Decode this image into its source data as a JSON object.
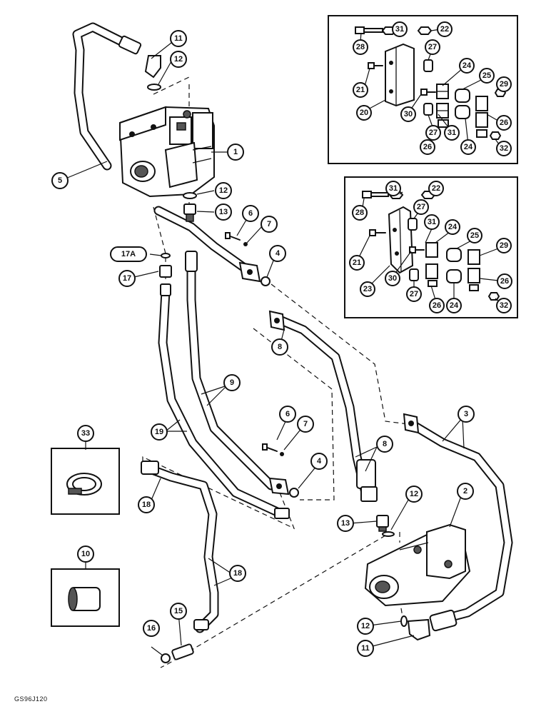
{
  "diagram": {
    "footer_code": "GS96J120",
    "callouts": {
      "c1": "1",
      "c2": "2",
      "c3": "3",
      "c4a": "4",
      "c4b": "4",
      "c5": "5",
      "c6a": "6",
      "c6b": "6",
      "c7a": "7",
      "c7b": "7",
      "c8a": "8",
      "c8b": "8",
      "c9": "9",
      "c10": "10",
      "c11a": "11",
      "c11b": "11",
      "c12a": "12",
      "c12b": "12",
      "c12c": "12",
      "c12d": "12",
      "c13a": "13",
      "c13b": "13",
      "c15": "15",
      "c16": "16",
      "c17": "17",
      "c17a": "17A",
      "c18a": "18",
      "c18b": "18",
      "c19": "19",
      "c33": "33",
      "i1_31a": "31",
      "i1_22": "22",
      "i1_28": "28",
      "i1_27a": "27",
      "i1_21": "21",
      "i1_24a": "24",
      "i1_25": "25",
      "i1_29": "29",
      "i1_20": "20",
      "i1_30": "30",
      "i1_27b": "27",
      "i1_31b": "31",
      "i1_26a": "26",
      "i1_24b": "24",
      "i1_26b": "26",
      "i1_32": "32",
      "i2_31a": "31",
      "i2_22": "22",
      "i2_28": "28",
      "i2_27a": "27",
      "i2_31b": "31",
      "i2_21": "21",
      "i2_24a": "24",
      "i2_25": "25",
      "i2_29": "29",
      "i2_23": "23",
      "i2_30": "30",
      "i2_26a": "26",
      "i2_27b": "27",
      "i2_26b": "26",
      "i2_24b": "24",
      "i2_32": "32"
    }
  }
}
